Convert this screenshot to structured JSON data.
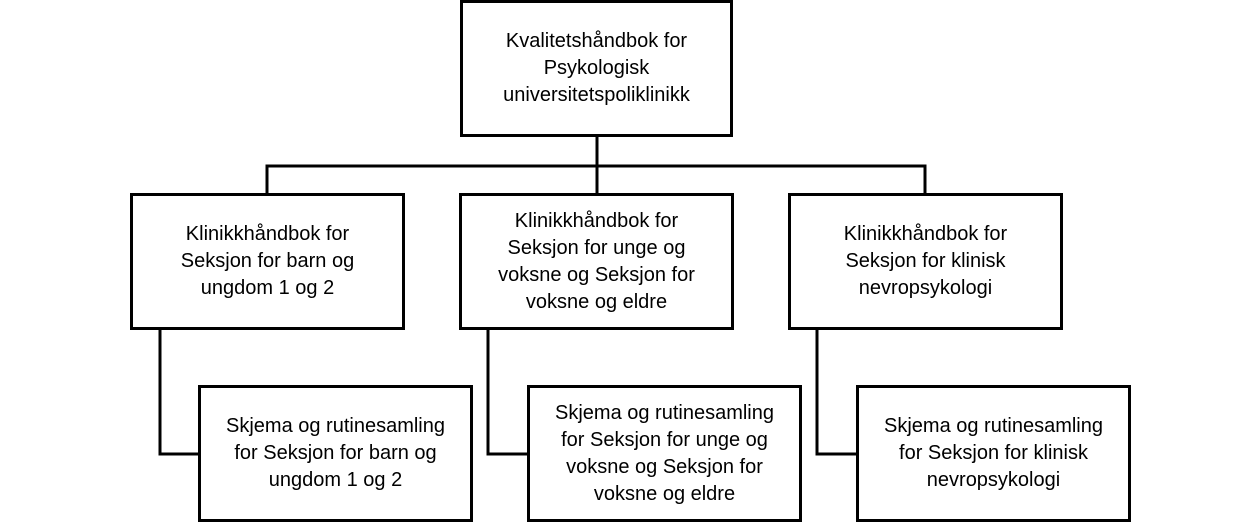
{
  "root": {
    "text": "Kvalitetshåndbok for\nPsykologisk\nuniversitetspoliklinikk"
  },
  "level1": [
    {
      "text": "Klinikkhåndbok for\nSeksjon for barn og\nungdom 1 og 2"
    },
    {
      "text": "Klinikkhåndbok for\nSeksjon for unge og\nvoksne og Seksjon for\nvoksne og eldre"
    },
    {
      "text": "Klinikkhåndbok for\nSeksjon for klinisk\nnevropsykologi"
    }
  ],
  "level2": [
    {
      "text": "Skjema og rutinesamling\nfor Seksjon for barn og\nungdom 1 og 2"
    },
    {
      "text": "Skjema og rutinesamling\nfor Seksjon for unge og\nvoksne og Seksjon for\nvoksne og eldre"
    },
    {
      "text": "Skjema og rutinesamling\nfor Seksjon for klinisk\nnevropsykologi"
    }
  ],
  "style": {
    "line_color": "#000000",
    "box_border_color": "#000000",
    "background": "#ffffff"
  }
}
